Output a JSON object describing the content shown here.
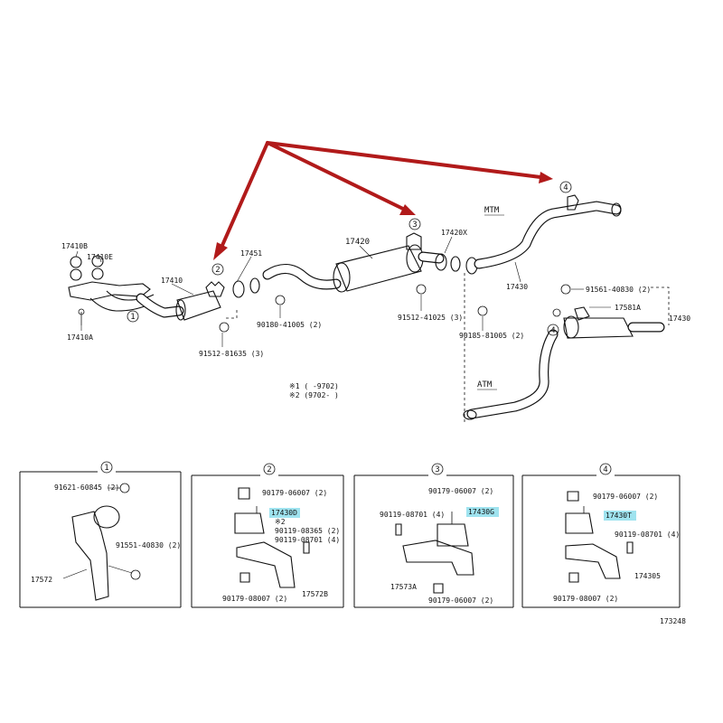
{
  "colors": {
    "arrow": "#b11a1a",
    "highlight": "#9fe3ef",
    "line": "#111111"
  },
  "labels": {
    "p17410b": "17410B",
    "p17410e": "17410E",
    "p17410a": "17410A",
    "p17410": "17410",
    "p17451": "17451",
    "p17420": "17420",
    "p17420x": "17420X",
    "p17430": "17430",
    "p91561_top": "91561-40830 (2)",
    "p17581a": "17581A",
    "p17430_right": "17430",
    "p91512_a": "91512-81635 (3)",
    "p90180": "90180-41005 (2)",
    "p91512_b": "91512-41025 (3)",
    "p90185": "90185-81005 (2)",
    "mtm": "MTM",
    "atm": "ATM",
    "note1": "※1 (    -9702)",
    "note2": "※2 (9702-    )",
    "drawing_no": "173248"
  },
  "callouts": {
    "c1": "1",
    "c2": "2",
    "c3": "3",
    "c4": "4"
  },
  "panels": {
    "p1": {
      "num": "1",
      "l1": "91621-60845 (2)",
      "l2": "91551-40830 (2)",
      "l3": "17572"
    },
    "p2": {
      "num": "2",
      "l1": "90179-06007 (2)",
      "l2": "17430D",
      "l3": "※2",
      "l4": "90119-08365 (2)",
      "l5": "90119-08701 (4)",
      "l6": "90179-08007 (2)",
      "l7": "17572B"
    },
    "p3": {
      "num": "3",
      "l1": "90179-06007 (2)",
      "l2": "90119-08701 (4)",
      "l3": "17430G",
      "l4": "17573A",
      "l5": "90179-06007 (2)"
    },
    "p4": {
      "num": "4",
      "l1": "90179-06007 (2)",
      "l2": "17430T",
      "l3": "90119-08701 (4)",
      "l4": "174305",
      "l5": "90179-08007 (2)"
    }
  }
}
